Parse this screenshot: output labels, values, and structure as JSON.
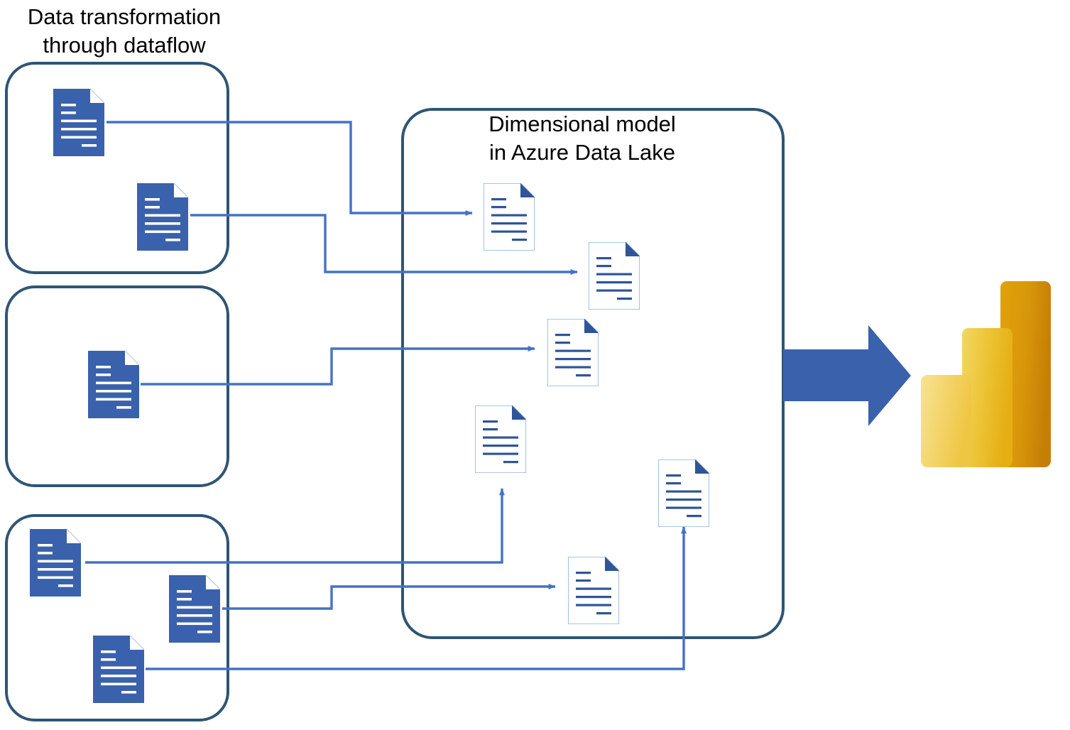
{
  "diagram": {
    "title_left": "Data transformation\nthrough dataflow",
    "title_panel": "Dimensional model\nin Azure Data Lake",
    "colors": {
      "container_border": "#2E5574",
      "doc_fill_blue": "#3A61AC",
      "doc_outline_border": "#8DB3D9",
      "doc_line_blue": "#2F5597",
      "connector_blue": "#4472C4",
      "arrow_blue": "#3A61AC",
      "powerbi_dark": "#D9940A",
      "powerbi_mid": "#E9B92A",
      "powerbi_light": "#F2D064",
      "background": "#FFFFFF"
    },
    "source_groups": [
      {
        "name": "source-group-1",
        "documents": [
          {
            "name": "source-document-1",
            "style": "filled"
          },
          {
            "name": "source-document-2",
            "style": "filled"
          }
        ]
      },
      {
        "name": "source-group-2",
        "documents": [
          {
            "name": "source-document-3",
            "style": "filled"
          }
        ]
      },
      {
        "name": "source-group-3",
        "documents": [
          {
            "name": "source-document-4",
            "style": "filled"
          },
          {
            "name": "source-document-5",
            "style": "filled"
          },
          {
            "name": "source-document-6",
            "style": "filled"
          }
        ]
      }
    ],
    "lake_documents": [
      {
        "name": "lake-document-a",
        "style": "outline"
      },
      {
        "name": "lake-document-b",
        "style": "outline"
      },
      {
        "name": "lake-document-c",
        "style": "outline"
      },
      {
        "name": "lake-document-d",
        "style": "outline"
      },
      {
        "name": "lake-document-e",
        "style": "outline"
      },
      {
        "name": "lake-document-f",
        "style": "outline"
      }
    ],
    "connectors": [
      {
        "name": "connector-source1-to-lakedoc-a",
        "from": "source-document-1",
        "to": "lake-document-a"
      },
      {
        "name": "connector-source2-to-lakedoc-b",
        "from": "source-document-2",
        "to": "lake-document-b"
      },
      {
        "name": "connector-source3-to-lakedoc-c",
        "from": "source-document-3",
        "to": "lake-document-c"
      },
      {
        "name": "connector-source4-to-lakedoc-d",
        "from": "source-document-4",
        "to": "lake-document-d"
      },
      {
        "name": "connector-source5-to-lakedoc-e",
        "from": "source-document-5",
        "to": "lake-document-e"
      },
      {
        "name": "connector-source6-to-lakedoc-f",
        "from": "source-document-6",
        "to": "lake-document-f"
      }
    ],
    "output": {
      "name": "power-bi-logo",
      "arrow": "output-arrow",
      "bars": [
        {
          "name": "powerbi-bar-short"
        },
        {
          "name": "powerbi-bar-medium"
        },
        {
          "name": "powerbi-bar-tall"
        }
      ]
    }
  }
}
